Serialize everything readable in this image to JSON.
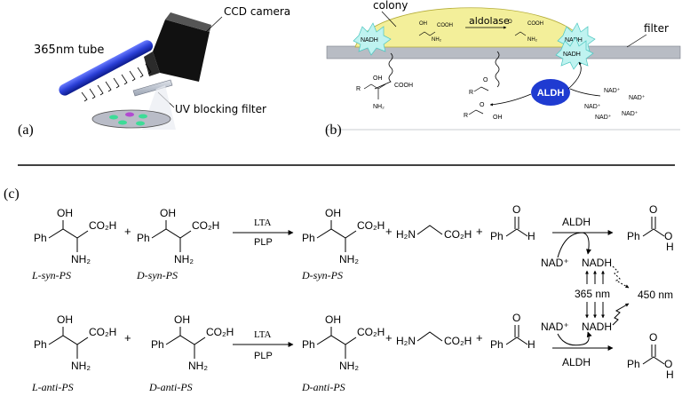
{
  "panel_a": {
    "label": "(a)",
    "camera_label": "CCD camera",
    "tube_label": "365nm tube",
    "filter_label": "UV blocking filter",
    "colors": {
      "tube": "#2a3fd6",
      "camera": "#1a1a1a",
      "plate": "#b9bcc7"
    }
  },
  "panel_b": {
    "label": "(b)",
    "colony_label": "colony",
    "enzyme_label": "aldolase",
    "filter_label": "filter",
    "aldh_label": "ALDH",
    "nadh": "NADH",
    "nad": "NAD⁺",
    "nh2": "NH₂",
    "r": "R",
    "oh": "OH",
    "cooh": "COOH",
    "colors": {
      "colony": "#f3ef9a",
      "aldh": "#1f3bd1",
      "nadh_glow": "#bff3f0"
    }
  },
  "panel_c": {
    "label": "(c)",
    "row1": {
      "sub1_name": "L-syn-PS",
      "sub2_name": "D-syn-PS",
      "product_name": "D-syn-PS",
      "enzyme": "LTA",
      "cofactor": "PLP"
    },
    "row2": {
      "sub1_name": "L-anti-PS",
      "sub2_name": "D-anti-PS",
      "product_name": "D-anti-PS",
      "enzyme": "LTA",
      "cofactor": "PLP"
    },
    "chem": {
      "oh": "OH",
      "ph": "Ph",
      "co2h": "CO₂H",
      "nh2": "NH₂",
      "h2n": "H₂N",
      "h": "H",
      "o": "O",
      "plus": "+"
    },
    "cycle": {
      "aldh": "ALDH",
      "nad": "NAD⁺",
      "nadh": "NADH",
      "excitation": "365 nm",
      "emission": "450 nm"
    }
  }
}
